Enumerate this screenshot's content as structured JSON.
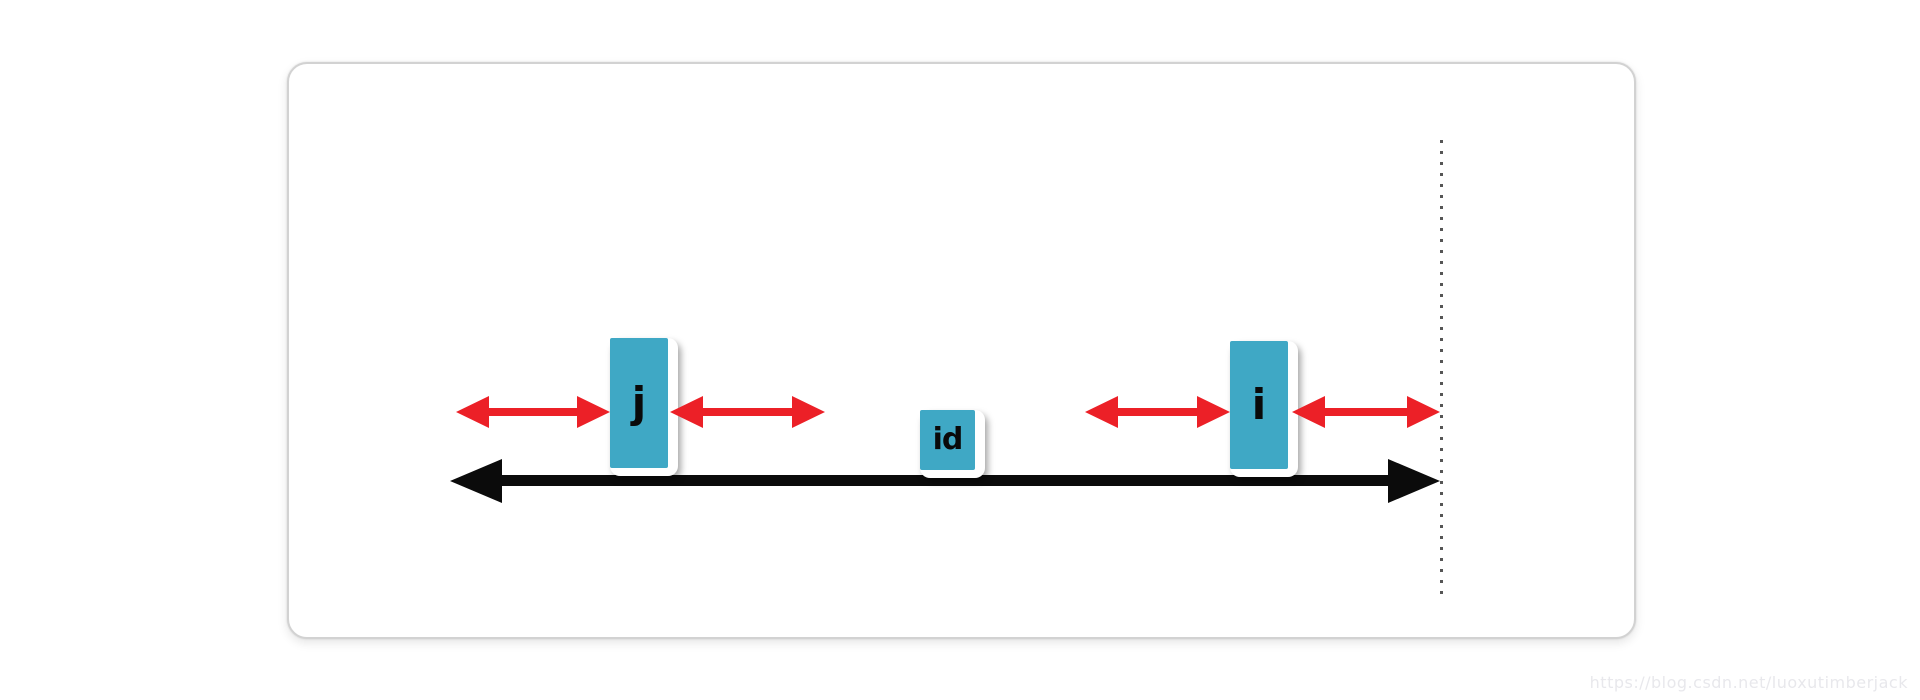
{
  "colors": {
    "block_fill": "#3FA8C5",
    "arrow_red": "#EC2027",
    "arrow_black": "#0B0B0B",
    "card_border": "#D2D2D2",
    "dotted_line": "#555555",
    "watermark": "#E8E8EC"
  },
  "diagram": {
    "pointers": [
      {
        "id": "j",
        "label": "j"
      },
      {
        "id": "id",
        "label": "id"
      },
      {
        "id": "i",
        "label": "i"
      }
    ],
    "axis": "double-headed-horizontal-arrow",
    "boundary": "dotted-vertical-line",
    "red_arrow_count": 4
  },
  "watermark": {
    "text": "https://blog.csdn.net/luoxutimberjack"
  }
}
